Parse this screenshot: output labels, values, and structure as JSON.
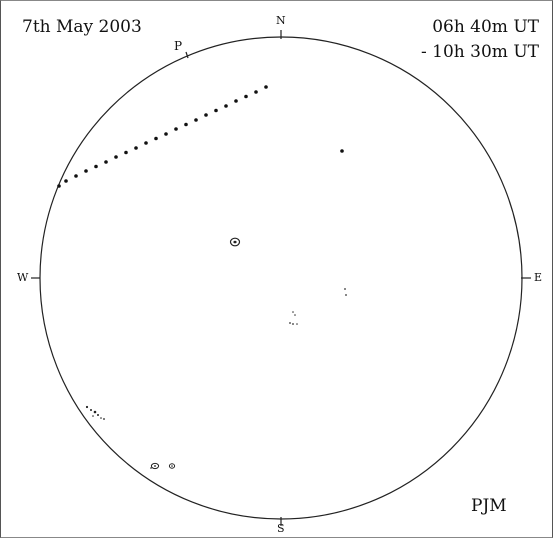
{
  "header": {
    "date": "7th May 2003",
    "time_start": "06h 40m UT",
    "time_end": "- 10h 30m UT"
  },
  "compass": {
    "north": "N",
    "south": "S",
    "east": "E",
    "west": "W"
  },
  "author": "PJM",
  "planet_label": "P",
  "colors": {
    "ink": "#111111",
    "background": "#ffffff",
    "frame": "#555555"
  }
}
